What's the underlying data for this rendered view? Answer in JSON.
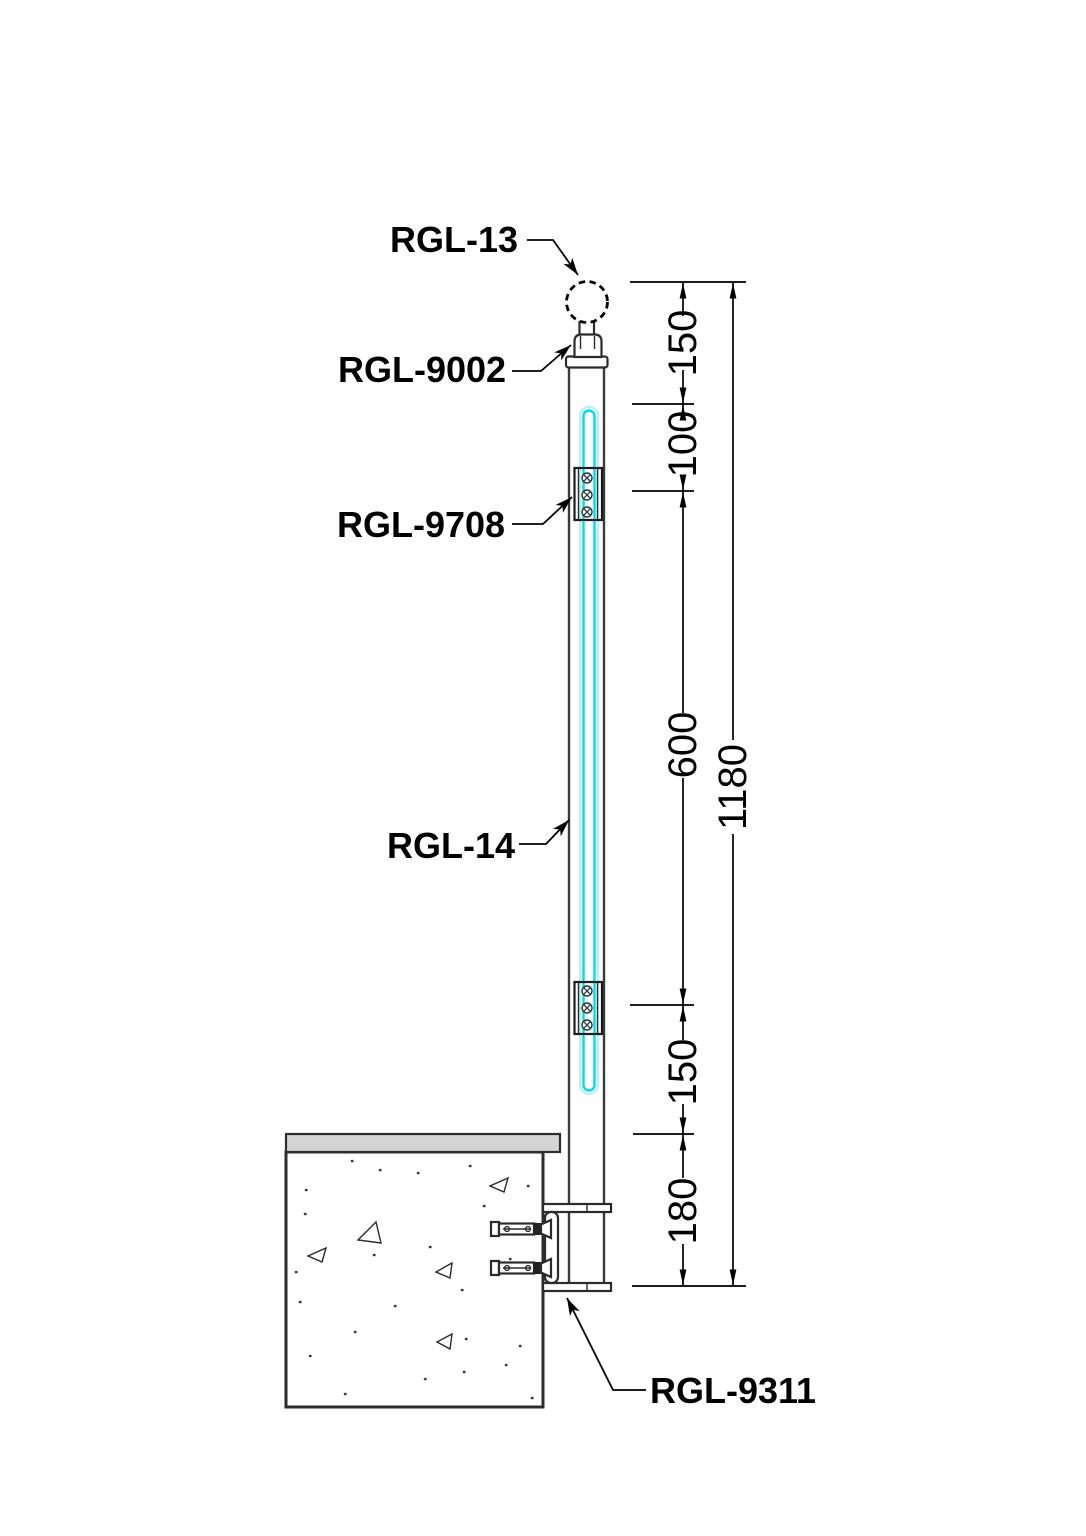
{
  "labels": {
    "handrail_cap": "RGL-13",
    "saddle": "RGL-9002",
    "glass_clamp": "RGL-9708",
    "glass_panel": "RGL-14",
    "wall_bracket": "RGL-9311"
  },
  "dimensions": {
    "top_to_glass": "150",
    "glass_to_clamp": "100",
    "clamp_to_clamp": "600",
    "clamp_to_slab": "150",
    "slab_to_bottom": "180",
    "overall": "1180"
  },
  "colors": {
    "glass_bright": "#00dce8",
    "glass_pale": "#b5f2f6",
    "slab_fill": "#d4d4d4"
  }
}
